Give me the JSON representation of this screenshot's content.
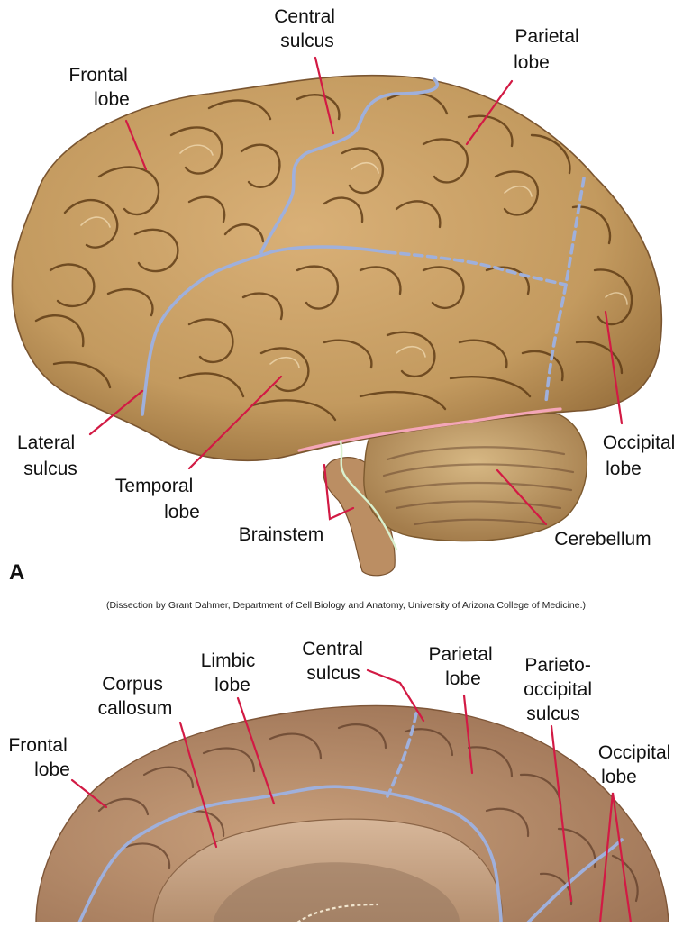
{
  "panel_a": {
    "letter": "A",
    "labels": {
      "central_sulcus": [
        "Central",
        "sulcus"
      ],
      "frontal_lobe": [
        "Frontal",
        "lobe"
      ],
      "parietal_lobe": [
        "Parietal",
        "lobe"
      ],
      "lateral_sulcus": [
        "Lateral",
        "sulcus"
      ],
      "temporal_lobe": [
        "Temporal",
        "lobe"
      ],
      "brainstem": "Brainstem",
      "occipital_lobe": [
        "Occipital",
        "lobe"
      ],
      "cerebellum": "Cerebellum"
    },
    "credit": "(Dissection by Grant Dahmer, Department of Cell Biology and Anatomy, University of Arizona College of Medicine.)"
  },
  "panel_b": {
    "labels": {
      "frontal_lobe": [
        "Frontal",
        "lobe"
      ],
      "corpus_callosum": [
        "Corpus",
        "callosum"
      ],
      "limbic_lobe": [
        "Limbic",
        "lobe"
      ],
      "central_sulcus": [
        "Central",
        "sulcus"
      ],
      "parietal_lobe": [
        "Parietal",
        "lobe"
      ],
      "parieto_occipital_sulcus": [
        "Parieto-",
        "occipital",
        "sulcus"
      ],
      "occipital_lobe": [
        "Occipital",
        "lobe"
      ]
    }
  },
  "colors": {
    "boundary_line": "#9fb0dc",
    "leader_line": "#d21a44",
    "cerebellum_boundary": "#f4a6b8",
    "brainstem_boundary": "#d9f1cf",
    "brain_tissue": "#c39a5f",
    "medial_tissue": "#b98a66"
  }
}
